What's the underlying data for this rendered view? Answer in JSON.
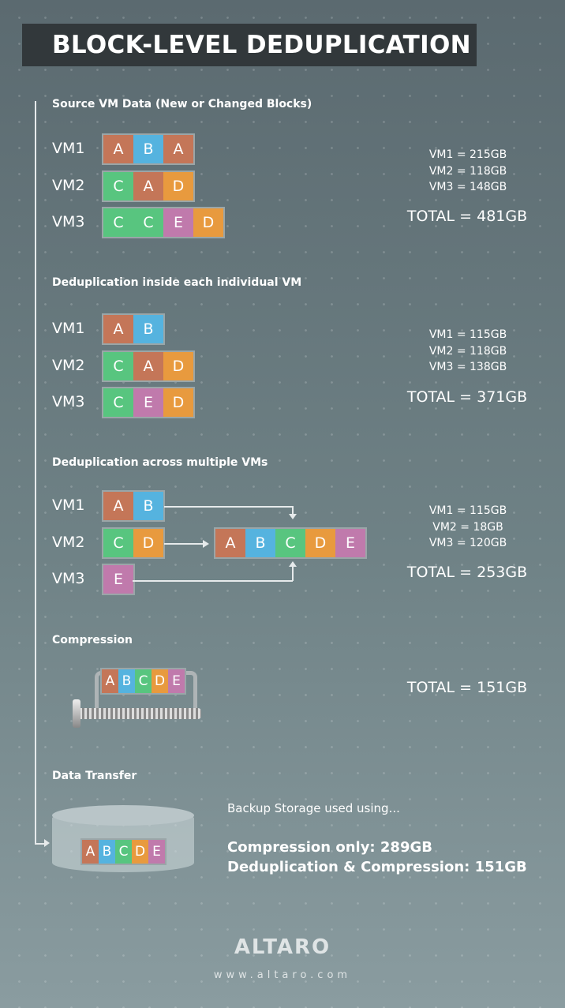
{
  "title": "BLOCK-LEVEL DEDUPLICATION",
  "colors": {
    "A": "#c47658",
    "B": "#55b3df",
    "C": "#58c57f",
    "D": "#e89a3e",
    "E": "#c07aac"
  },
  "sections": [
    {
      "heading": "Source VM Data (New or Changed Blocks)",
      "rows": [
        {
          "vm": "VM1",
          "blocks": [
            "A",
            "B",
            "A"
          ]
        },
        {
          "vm": "VM2",
          "blocks": [
            "C",
            "A",
            "D"
          ]
        },
        {
          "vm": "VM3",
          "blocks": [
            "C",
            "C",
            "E",
            "D"
          ]
        }
      ],
      "stats": [
        "VM1 = 215GB",
        "VM2 = 118GB",
        "VM3 = 148GB"
      ],
      "total": "TOTAL = 481GB"
    },
    {
      "heading": "Deduplication inside each individual VM",
      "rows": [
        {
          "vm": "VM1",
          "blocks": [
            "A",
            "B"
          ]
        },
        {
          "vm": "VM2",
          "blocks": [
            "C",
            "A",
            "D"
          ]
        },
        {
          "vm": "VM3",
          "blocks": [
            "C",
            "E",
            "D"
          ]
        }
      ],
      "stats": [
        "VM1 = 115GB",
        "VM2 = 118GB",
        "VM3 = 138GB"
      ],
      "total": "TOTAL = 371GB"
    },
    {
      "heading": "Deduplication across multiple VMs",
      "rows": [
        {
          "vm": "VM1",
          "blocks": [
            "A",
            "B"
          ]
        },
        {
          "vm": "VM2",
          "blocks": [
            "C",
            "D"
          ]
        },
        {
          "vm": "VM3",
          "blocks": [
            "E"
          ]
        }
      ],
      "combined": [
        "A",
        "B",
        "C",
        "D",
        "E"
      ],
      "stats": [
        "VM1 = 115GB",
        "VM2 = 18GB",
        "VM3 = 120GB"
      ],
      "total": "TOTAL = 253GB"
    },
    {
      "heading": "Compression",
      "blocks": [
        "A",
        "B",
        "C",
        "D",
        "E"
      ],
      "total": "TOTAL = 151GB"
    },
    {
      "heading": "Data Transfer",
      "blocks": [
        "A",
        "B",
        "C",
        "D",
        "E"
      ],
      "intro": "Backup Storage used using...",
      "lines": [
        "Compression only: 289GB",
        "Deduplication & Compression: 151GB"
      ]
    }
  ],
  "footer": {
    "logo": "ALTARO",
    "url": "www.altaro.com"
  }
}
